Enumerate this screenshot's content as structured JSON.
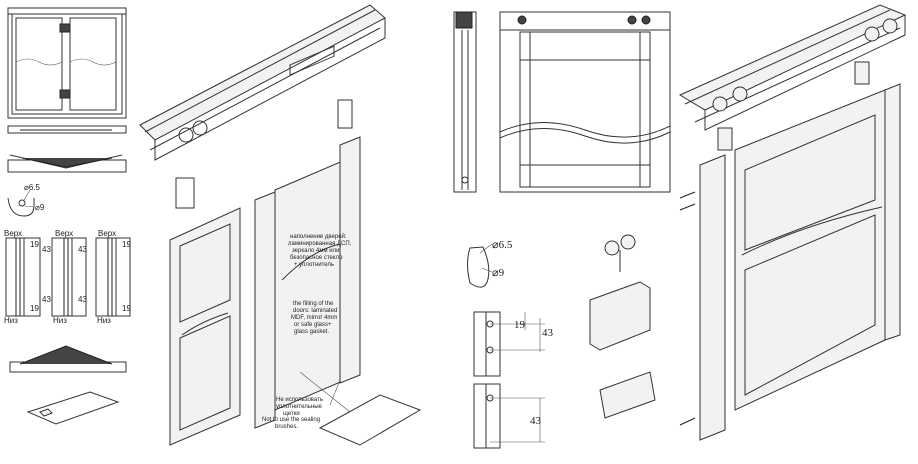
{
  "left_sheet": {
    "hole_labels": {
      "small": "⌀6.5",
      "large": "⌀9"
    },
    "top_label": "Верх",
    "bottom_label": "Низ",
    "dim_19": "19",
    "dim_43": "43",
    "callout_ru_fill": [
      "наполнение дверей:",
      "ламинированная ДСП,",
      "зеркало 4мм или",
      "безопасное стекло",
      "+ уплотнитель"
    ],
    "callout_en_fill": [
      "the filling of the",
      "doors: laminated",
      "MDF, mirror 4mm",
      "or safe glass+",
      "glass gasket."
    ],
    "callout_ru_brush": [
      "Не использовать",
      "уплотнительные",
      "щетки"
    ],
    "callout_en_brush": [
      "Not to use the sealing",
      "brushes."
    ]
  },
  "right_sheet": {
    "hole_labels": {
      "small": "⌀6.5",
      "large": "⌀9"
    },
    "dim_19": "19",
    "dim_43_top": "43",
    "dim_43_bottom": "43"
  }
}
